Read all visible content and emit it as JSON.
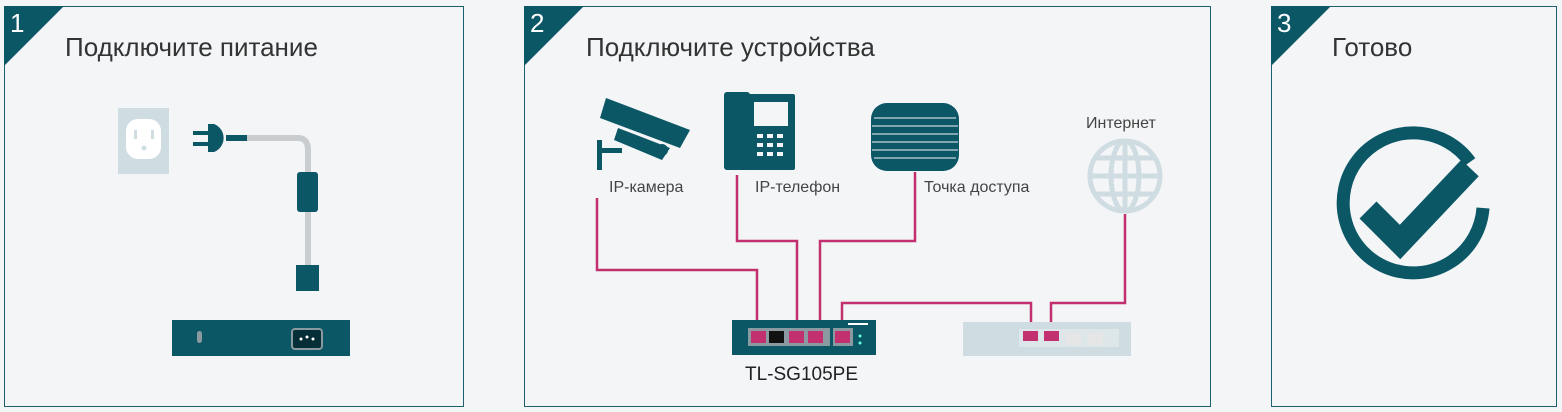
{
  "steps": [
    {
      "number": "1",
      "title": "Подключите питание"
    },
    {
      "number": "2",
      "title": "Подключите устройства"
    },
    {
      "number": "3",
      "title": "Готово"
    }
  ],
  "devices": {
    "camera": "IP-камера",
    "phone": "IP-телефон",
    "access_point": "Точка доступа",
    "internet": "Интернет"
  },
  "switch_model": "TL-SG105PE",
  "colors": {
    "teal": "#0b5766",
    "cable": "#c2306f",
    "border": "#1e6070",
    "background": "#f3f5f7"
  }
}
